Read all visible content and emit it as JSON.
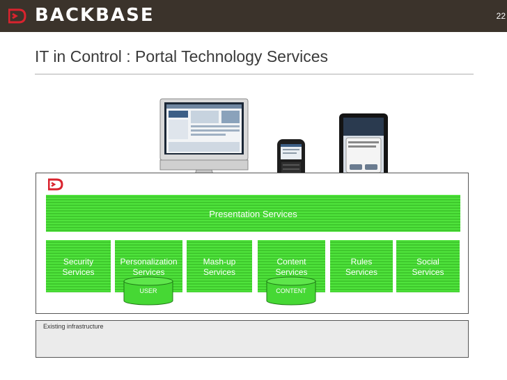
{
  "header": {
    "logo_text": "BACKBASE",
    "page_number": "22"
  },
  "slide": {
    "title": "IT in Control : Portal Technology Services"
  },
  "diagram": {
    "presentation_layer": "Presentation Services",
    "services": [
      {
        "line1": "Security",
        "line2": "Services"
      },
      {
        "line1": "Personalization",
        "line2": "Services"
      },
      {
        "line1": "Mash-up",
        "line2": "Services"
      },
      {
        "line1": "Content",
        "line2": "Services"
      },
      {
        "line1": "Rules",
        "line2": "Services"
      },
      {
        "line1": "Social",
        "line2": "Services"
      }
    ],
    "datastores": [
      "USER",
      "CONTENT"
    ],
    "infrastructure_label": "Existing infrastructure"
  },
  "colors": {
    "header_bg": "#3b332b",
    "brand_red": "#d9232e",
    "service_green": "#46d834"
  },
  "icons": [
    "backbase-logo-icon",
    "desktop-computer-icon",
    "smartphone-icon",
    "tablet-icon",
    "database-icon"
  ]
}
